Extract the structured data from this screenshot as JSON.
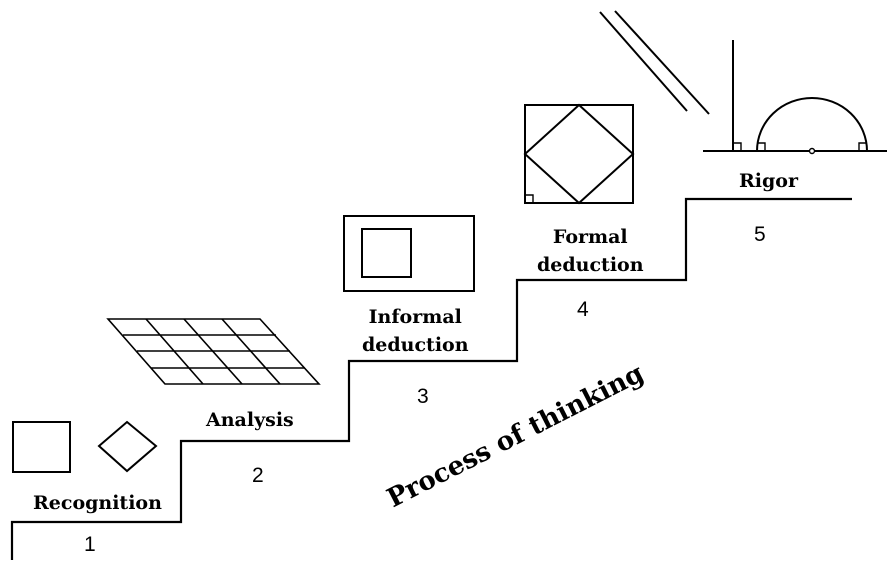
{
  "levels": [
    {
      "name": "Recognition",
      "number": "1"
    },
    {
      "name": "Analysis",
      "number": "2"
    },
    {
      "name_line1": "Informal",
      "name_line2": "deduction",
      "number": "3"
    },
    {
      "name_line1": "Formal",
      "name_line2": "deduction",
      "number": "4"
    },
    {
      "name": "Rigor",
      "number": "5"
    }
  ],
  "caption": "Process of thinking"
}
